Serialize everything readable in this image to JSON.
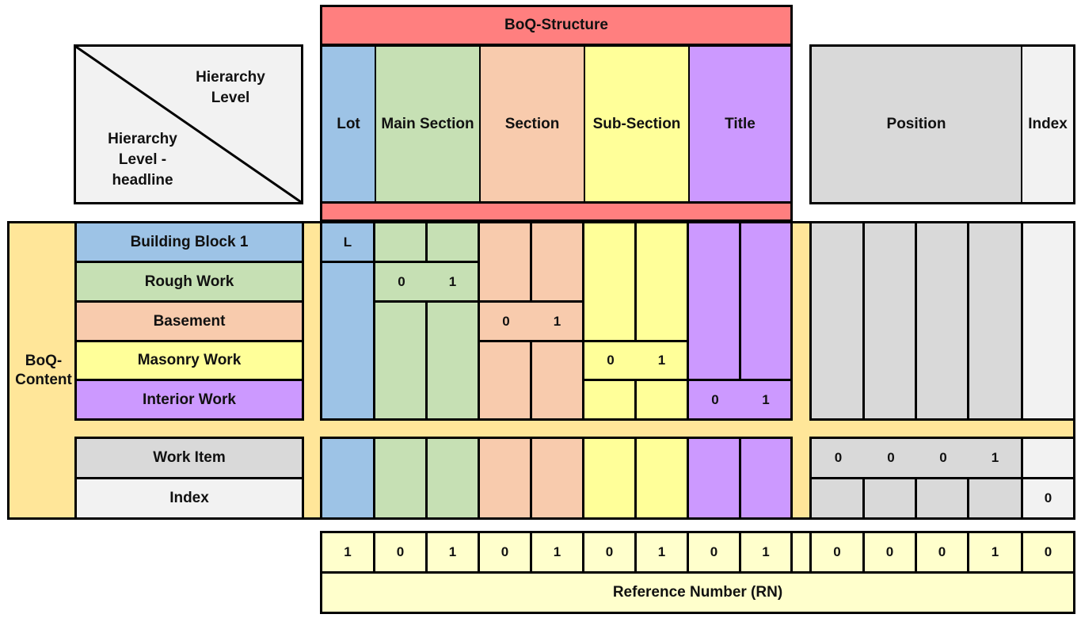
{
  "colors": {
    "boq_structure": "#ff7f7f",
    "lot": "#9dc3e6",
    "main_section": "#c6e0b4",
    "section": "#f8cbad",
    "sub_section": "#ffff99",
    "title": "#cc99ff",
    "position": "#d9d9d9",
    "index": "#f2f2f2",
    "boq_content": "#ffe699",
    "reference_number": "#ffffcc"
  },
  "header": {
    "boq_structure": "BoQ-Structure",
    "corner_top": "Hierarchy Level",
    "corner_bottom": "Hierarchy Level - headline",
    "levels": [
      "Lot",
      "Main Section",
      "Section",
      "Sub-Section",
      "Title"
    ],
    "position": "Position",
    "index": "Index"
  },
  "content": {
    "label": "BoQ-Content",
    "rows": [
      "Building Block 1",
      "Rough Work",
      "Basement",
      "Masonry Work",
      "Interior Work"
    ],
    "work_item": "Work Item",
    "index": "Index"
  },
  "cell_values": {
    "lot": "L",
    "main_section": [
      "0",
      "1"
    ],
    "section": [
      "0",
      "1"
    ],
    "sub_section": [
      "0",
      "1"
    ],
    "title": [
      "0",
      "1"
    ],
    "position": [
      "0",
      "0",
      "0",
      "1"
    ],
    "index": "0"
  },
  "reference_number": {
    "label": "Reference Number (RN)",
    "digits": [
      "1",
      "0",
      "1",
      "0",
      "1",
      "0",
      "1",
      "0",
      "1",
      "0",
      "0",
      "0",
      "1",
      "0"
    ]
  }
}
